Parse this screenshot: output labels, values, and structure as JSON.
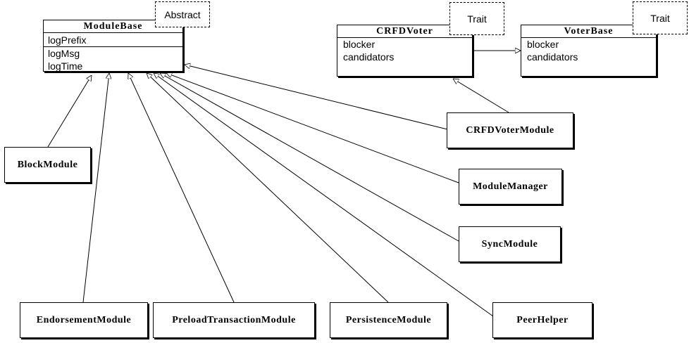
{
  "classes": {
    "module_base": {
      "name": "ModuleBase",
      "stereotype": "Abstract",
      "attributes": [
        "logPrefix",
        "logMsg",
        "logTime"
      ]
    },
    "crfd_voter": {
      "name": "CRFDVoter",
      "stereotype": "Trait",
      "attributes": [
        "blocker",
        "candidators"
      ]
    },
    "voter_base": {
      "name": "VoterBase",
      "stereotype": "Trait",
      "attributes": [
        "blocker",
        "candidators"
      ]
    }
  },
  "modules": {
    "crfd_voter_module": "CRFDVoterModule",
    "block_module": "BlockModule",
    "module_manager": "ModuleManager",
    "sync_module": "SyncModule",
    "endorsement_module": "EndorsementModule",
    "preload_transaction_module": "PreloadTransactionModule",
    "persistence_module": "PersistenceModule",
    "peer_helper": "PeerHelper"
  }
}
